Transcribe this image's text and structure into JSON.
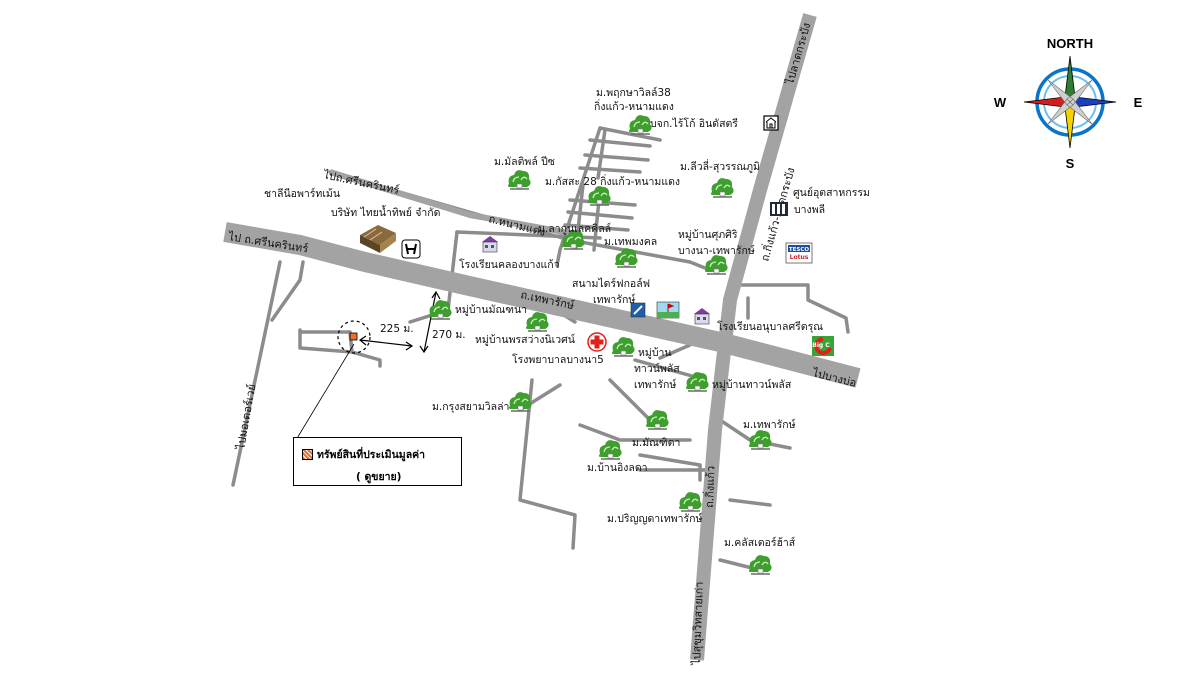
{
  "compass": {
    "north": "NORTH",
    "south": "S",
    "east": "E",
    "west": "W"
  },
  "roads": {
    "srinakarin_left": "ไป ถ.ศรีนครินทร์",
    "srinakarin_top": "ไปถ.ศรีนครินทร์",
    "thepharak": "ถ.เทพารักษ์",
    "namdaeng": "ถ.หนามแดง",
    "king_kaew": "ถ.กิ่งแก้ว-ลาดกระบัง",
    "to_ladkrabang": "ไปลาดกระบัง",
    "to_bangbo": "ไปบางบ่อ",
    "to_suvarnabhumi": "ไปมอเตอร์เวย์",
    "king_kaew_south": "ถ.กิ่งแก้ว",
    "to_southroad": "ไปสุขุมวิทสายเก่า"
  },
  "distances": {
    "d225": "225 ม.",
    "d270": "270 ม."
  },
  "places": {
    "pruksa38": [
      "ม.พฤกษาวิลล์38",
      "กิ่งแก้ว-หนามแดง"
    ],
    "bkk_industrial": "บจก.ไร้โก้ อินดัสตรี",
    "mallpark": "ม.มัลติพล์ ปีซ",
    "kaset28": "ม.กัสสะ 28 กิ่งแก้ว-หนามแดง",
    "lilisuvarnabhumi": "ม.ลีวลี่-สุวรรณภูมิ",
    "industrial_center": [
      "ศูนย์อุตสาหกรรม",
      "บางพลี"
    ],
    "charoen_park": "ชาลีนีอพาร์ทเม้น",
    "thai_nippon": "บริษัท ไทยน้ำทิพย์ จำกัด",
    "lakeville": "ม.ลากูนเลคคิลล์",
    "thepmongkol": "ม.เทพมงคล",
    "school_klong": "โรงเรียนคลองบางแก้ว",
    "srisiri": [
      "หมู่บ้านศุภศิริ",
      "บางนา-เทพารักษ์"
    ],
    "golf": [
      "สนามไดร์ฟกอล์ฟ",
      "เทพารักษ์"
    ],
    "school_anuban": "โรงเรียนอนุบาลศรีตรุณ",
    "muban_mananchana": "หมู่บ้านมัณฑนา",
    "muban_phonsawang": "หมู่บ้านพรสว่างนิเวศน์",
    "hospital": "โรงพยาบาลบางนา5",
    "town_plus": [
      "หมู่บ้าน",
      "ทาวน์พลัส",
      "เทพารักษ์"
    ],
    "town_plus2": "หมู่บ้านทาวน์พลัส",
    "krung_siam": "ม.กรุงสยามวิลล่า",
    "thepharak_village": "ม.เทพารักษ์",
    "manthita": "ม.มัณฑิตา",
    "baan_ing": "ม.บ้านอิงลดา",
    "prinyada": "ม.ปริญญดาเทพารักษ์",
    "cluster_hall": "ม.คลัสเตอร์ฮ้าส์"
  },
  "legend": {
    "line1": "ทรัพย์สินที่ประเมินมูลค่า",
    "line2": "( ดูขยาย)"
  },
  "brands": {
    "tesco": "TESCO",
    "lotus": "Lotus",
    "bigc": "Big C"
  },
  "colors": {
    "road": "#a3a3a3",
    "thin_road": "#8c8c8c",
    "tree": "#3e9e2e",
    "hospital": "#e0201b",
    "property": "#e8702a"
  }
}
